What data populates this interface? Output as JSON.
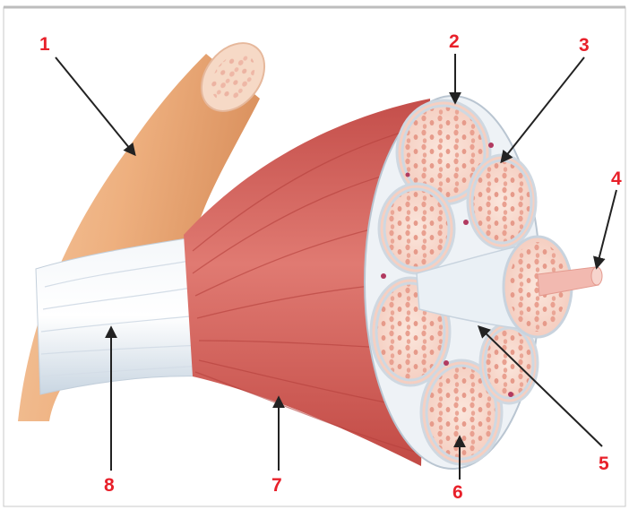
{
  "labels": [
    {
      "id": "1",
      "text": "1"
    },
    {
      "id": "2",
      "text": "2"
    },
    {
      "id": "3",
      "text": "3"
    },
    {
      "id": "4",
      "text": "4"
    },
    {
      "id": "5",
      "text": "5"
    },
    {
      "id": "6",
      "text": "6"
    },
    {
      "id": "7",
      "text": "7"
    },
    {
      "id": "8",
      "text": "8"
    }
  ],
  "colors": {
    "label": "#e8202a",
    "leader_line": "#333333",
    "muscle": "#cf5a55",
    "bone": "#f2bd92",
    "tendon": "#e8eef4",
    "fascicle": "#f8dcd0"
  }
}
